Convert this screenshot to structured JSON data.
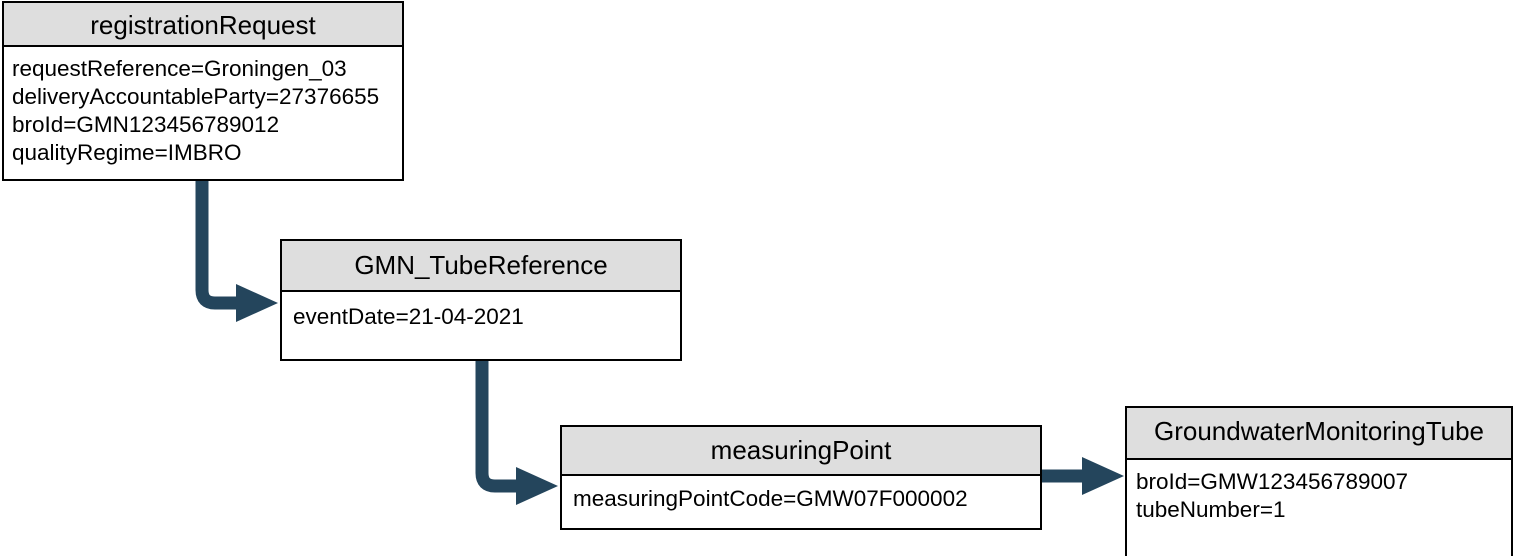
{
  "diagram": {
    "title": "registrationRequest object diagram",
    "colors": {
      "box_border": "#000000",
      "header_fill": "#dedede",
      "body_fill": "#ffffff",
      "connector": "#24455c",
      "text": "#000000"
    }
  },
  "objects": [
    {
      "id": "registration-request",
      "name": "registrationRequest",
      "attributes": [
        "requestReference=Groningen_03",
        "deliveryAccountableParty=27376655",
        "broId=GMN123456789012",
        "qualityRegime=IMBRO"
      ]
    },
    {
      "id": "gmn-tubereference",
      "name": "GMN_TubeReference",
      "attributes": [
        "eventDate=21-04-2021"
      ]
    },
    {
      "id": "measuring-point",
      "name": "measuringPoint",
      "attributes": [
        "measuringPointCode=GMW07F000002"
      ]
    },
    {
      "id": "groundwater-monitoring-tube",
      "name": "GroundwaterMonitoringTube",
      "attributes": [
        "broId=GMW123456789007",
        "tubeNumber=1"
      ]
    }
  ],
  "connectors": [
    {
      "id": "registration-request-to-gmn-tubereference",
      "from": "registrationRequest",
      "to": "GMN_TubeReference",
      "style": "elbow-down-right",
      "label": ""
    },
    {
      "id": "gmn-tubereference-to-measuring-point",
      "from": "GMN_TubeReference",
      "to": "measuringPoint",
      "style": "elbow-down-right",
      "label": ""
    },
    {
      "id": "measuring-point-to-groundwater-monitoring-tube",
      "from": "measuringPoint",
      "to": "GroundwaterMonitoringTube",
      "style": "straight-right",
      "label": ""
    }
  ]
}
